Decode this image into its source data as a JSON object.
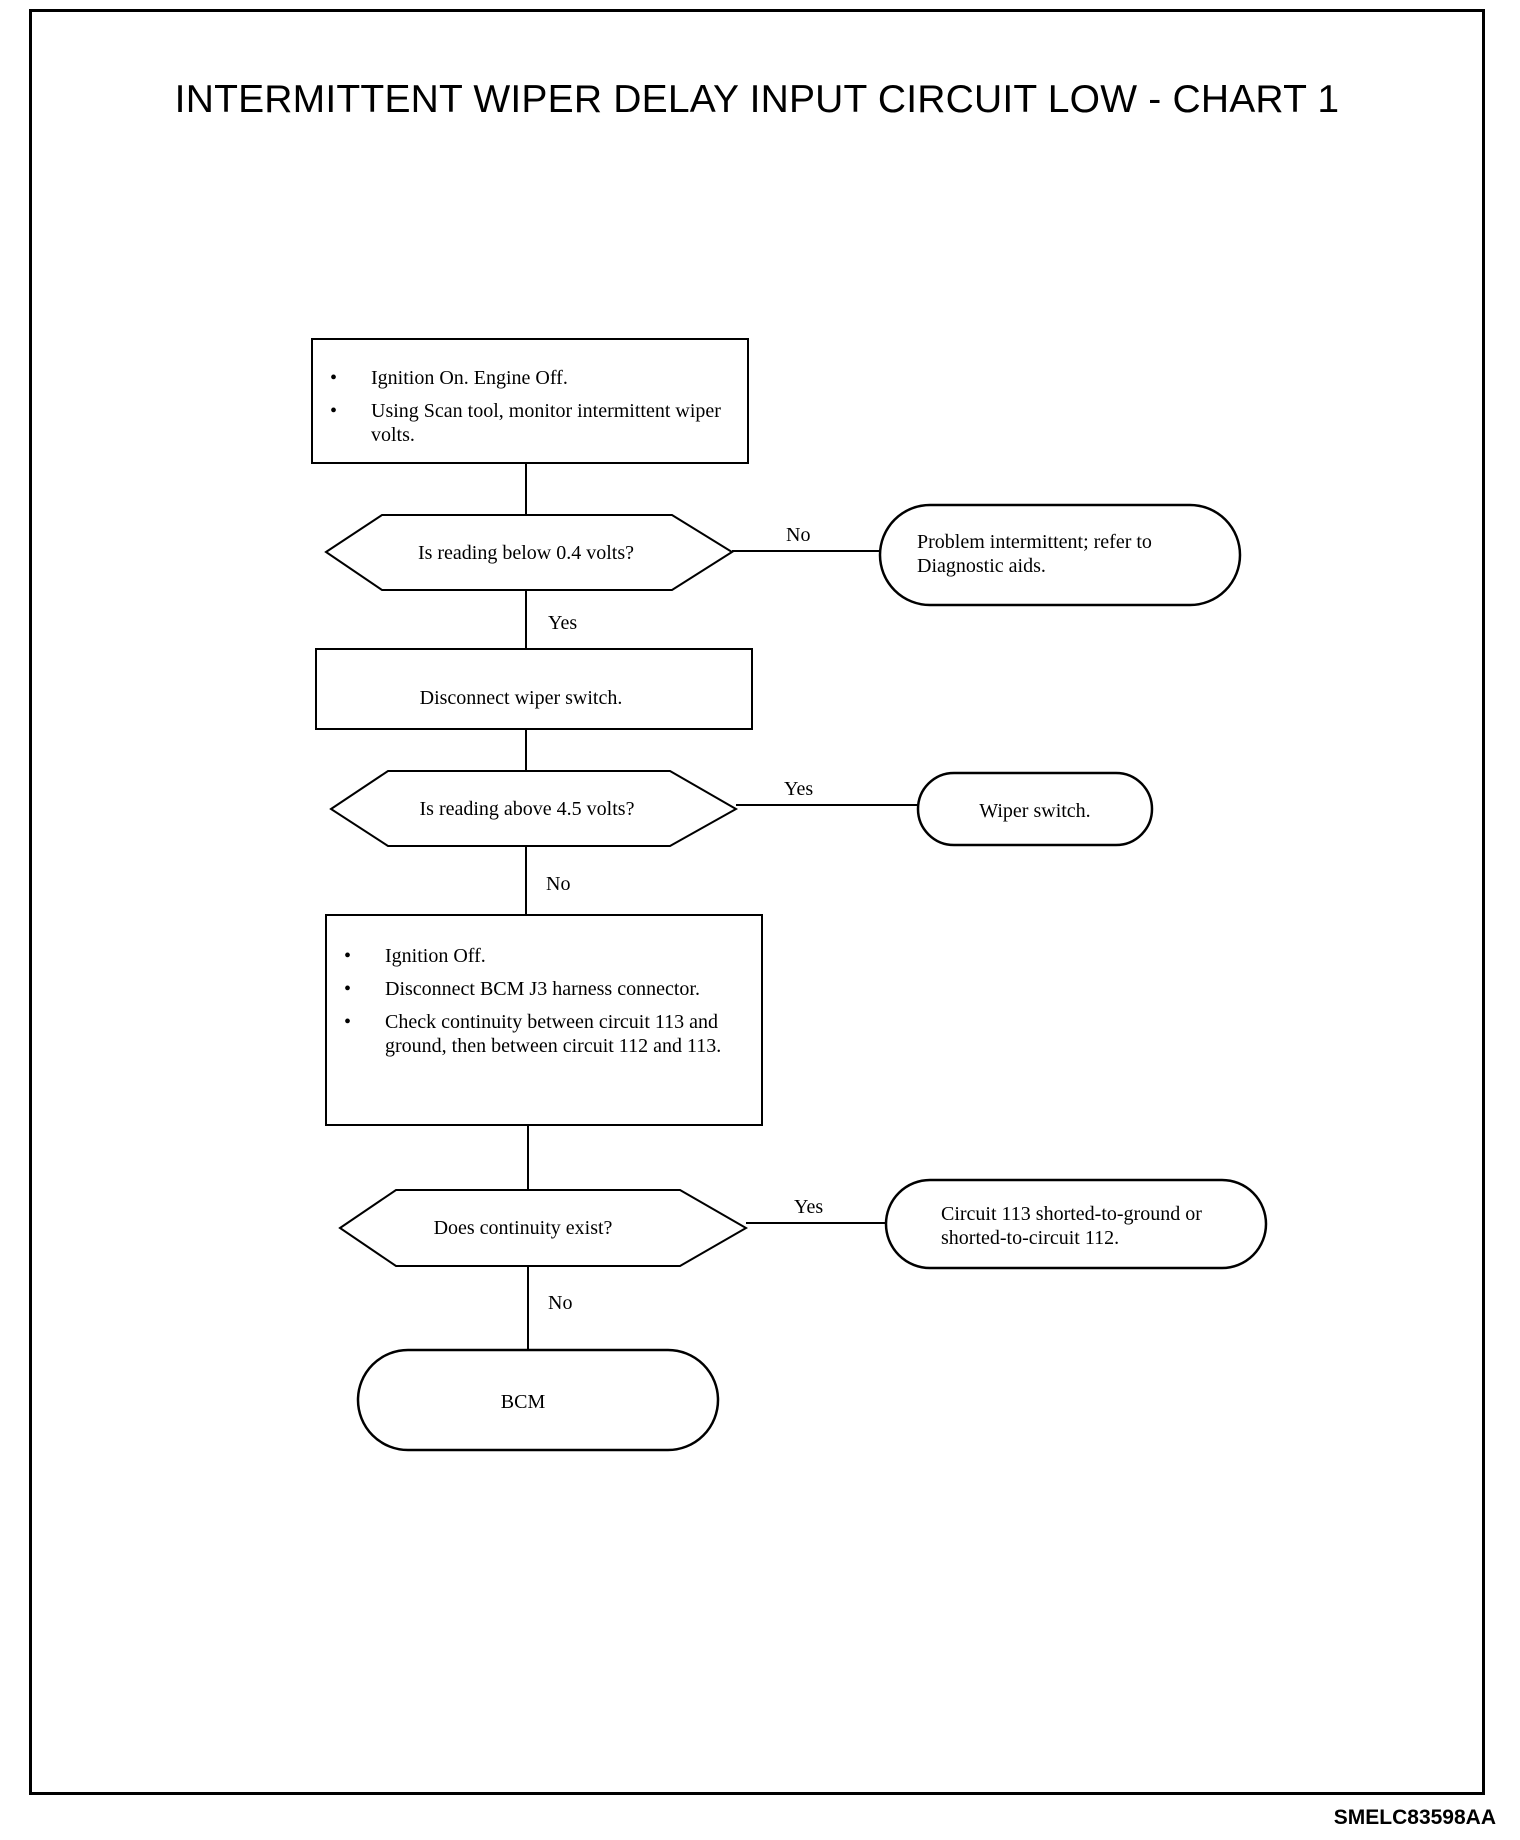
{
  "title": "INTERMITTENT WIPER DELAY INPUT CIRCUIT LOW - CHART 1",
  "figure_code": "SMELC83598AA",
  "step1": {
    "bullets": [
      "Ignition On. Engine Off.",
      "Using Scan tool, monitor intermittent wiper volts."
    ]
  },
  "decision1": {
    "question": "Is reading below 0.4 volts?",
    "no_label": "No",
    "yes_label": "Yes"
  },
  "terminal1": {
    "text": "Problem intermittent; refer to Diagnostic aids."
  },
  "step2": {
    "text": "Disconnect wiper switch."
  },
  "decision2": {
    "question": "Is reading above 4.5 volts?",
    "yes_label": "Yes",
    "no_label": "No"
  },
  "terminal2": {
    "text": "Wiper switch."
  },
  "step3": {
    "bullets": [
      "Ignition Off.",
      "Disconnect BCM J3 harness connector.",
      "Check continuity between circuit 113 and ground, then between circuit 112 and 113."
    ]
  },
  "decision3": {
    "question": "Does continuity exist?",
    "yes_label": "Yes",
    "no_label": "No"
  },
  "terminal3": {
    "text": "Circuit 113 shorted-to-ground or shorted-to-circuit 112."
  },
  "terminal4": {
    "text": "BCM"
  }
}
